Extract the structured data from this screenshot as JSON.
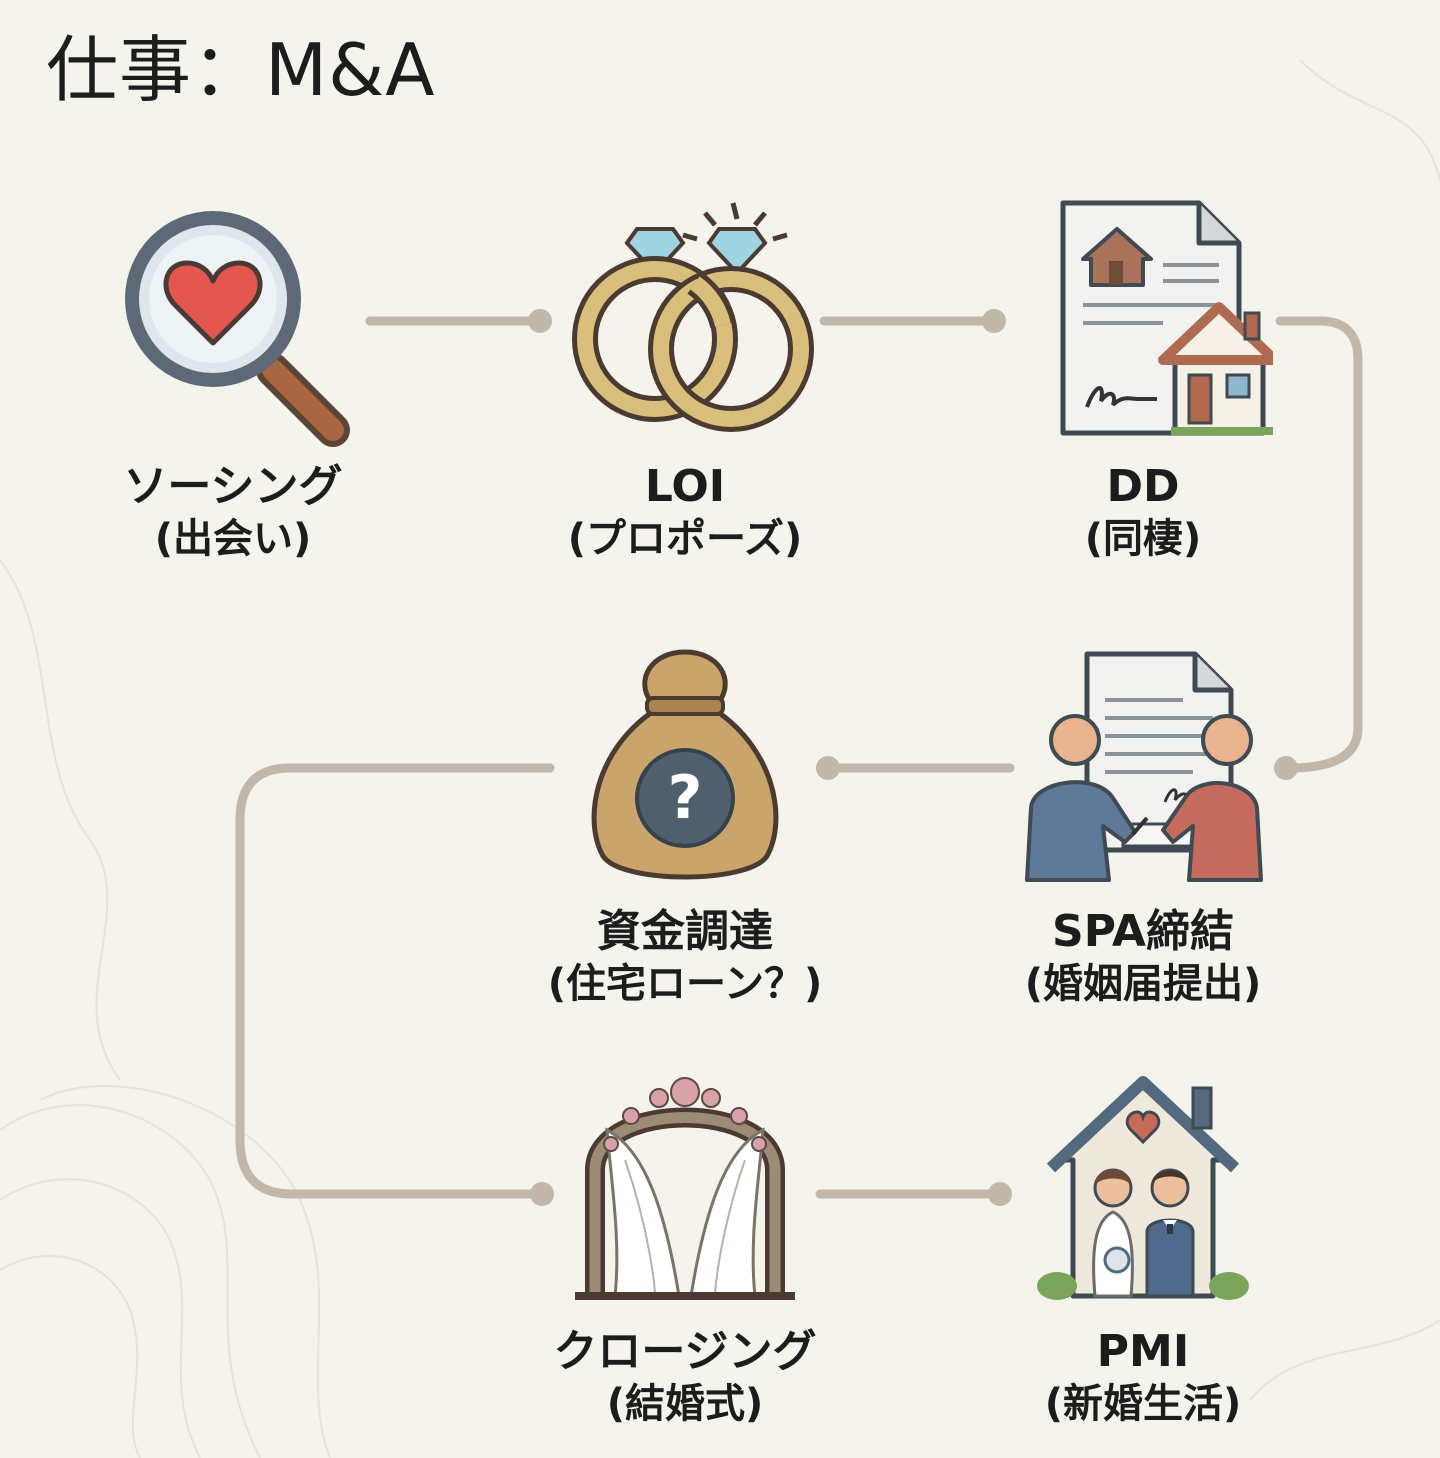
{
  "title": "仕事：M&A",
  "colors": {
    "background": "#f4f3ec",
    "connector": "#c1b8a9",
    "text": "#1c1c1c"
  },
  "steps": [
    {
      "name": "ソーシング",
      "sub": "(出会い)",
      "icon": "magnifier-heart-icon"
    },
    {
      "name": "LOI",
      "sub": "(プロポーズ)",
      "icon": "wedding-rings-icon"
    },
    {
      "name": "DD",
      "sub": "(同棲)",
      "icon": "house-document-icon"
    },
    {
      "name": "資金調達",
      "sub": "(住宅ローン？)",
      "icon": "money-bag-question-icon"
    },
    {
      "name": "SPA締結",
      "sub": "(婚姻届提出)",
      "icon": "contract-signing-icon"
    },
    {
      "name": "クロージング",
      "sub": "(結婚式)",
      "icon": "wedding-arch-icon"
    },
    {
      "name": "PMI",
      "sub": "(新婚生活)",
      "icon": "newlyweds-house-icon"
    }
  ]
}
